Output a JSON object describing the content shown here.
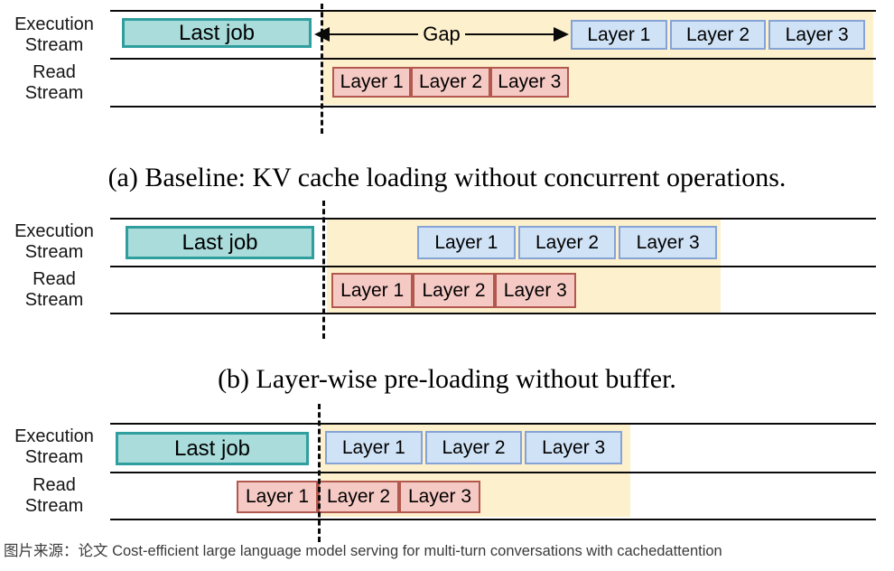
{
  "colors": {
    "teal-fill": "#a9dcdb",
    "teal-border": "#2f9e9e",
    "blue-fill": "#d0e2f6",
    "blue-border": "#85a3d6",
    "red-fill": "#f5c9c4",
    "red-border": "#b2584e",
    "yellow-highlight": "#fdf0cc",
    "caption-color": "#3a3a3a"
  },
  "stream_labels": {
    "execution": [
      "Execution",
      "Stream"
    ],
    "read": [
      "Read",
      "Stream"
    ]
  },
  "panels": {
    "a": {
      "caption": "(a) Baseline: KV cache loading without concurrent operations.",
      "last_job_label": "Last job",
      "gap_label": "Gap",
      "execution_layers": [
        "Layer 1",
        "Layer 2",
        "Layer 3"
      ],
      "read_layers": [
        "Layer 1",
        "Layer 2",
        "Layer 3"
      ]
    },
    "b": {
      "caption": "(b) Layer-wise pre-loading without buffer.",
      "last_job_label": "Last job",
      "execution_layers": [
        "Layer 1",
        "Layer 2",
        "Layer 3"
      ],
      "read_layers": [
        "Layer 1",
        "Layer 2",
        "Layer 3"
      ]
    },
    "c": {
      "last_job_label": "Last job",
      "execution_layers": [
        "Layer 1",
        "Layer 2",
        "Layer 3"
      ],
      "read_layers": [
        "Layer 1",
        "Layer 2",
        "Layer 3"
      ]
    }
  },
  "source_note": "图片来源：论文 Cost-efficient large language model serving for multi-turn conversations with cachedattention"
}
